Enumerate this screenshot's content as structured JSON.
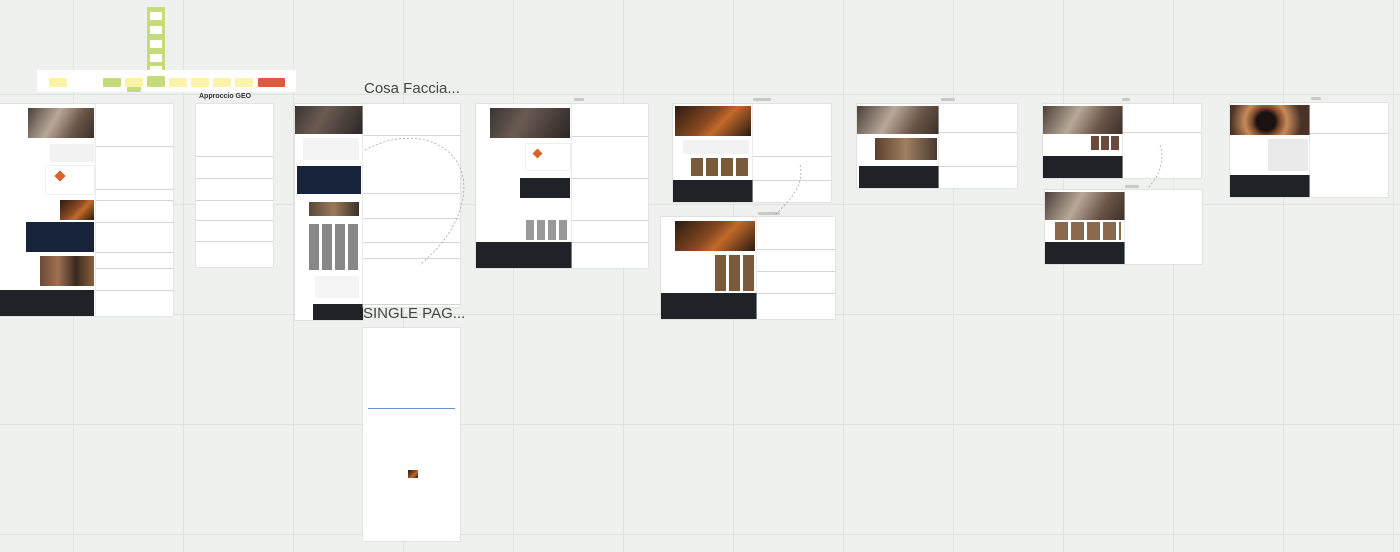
{
  "board": {
    "frame_titles": {
      "cosa_facciamo": "Cosa Faccia...",
      "single_page": "SINGLE PAG...",
      "approccio": "Approccio GEO"
    },
    "sticky_colors": {
      "yellow": "#fbf3a8",
      "green": "#c6dc7a",
      "red": "#dd5a3f"
    },
    "icons": {
      "legend_column": "sticky-note-stack-icon",
      "thumbnail_image": "page-thumbnail-icon"
    },
    "colors": {
      "canvas": "#eff1ef",
      "grid": "#dfe2df",
      "accent": "#d9622b",
      "footer": "#1f2328"
    }
  }
}
